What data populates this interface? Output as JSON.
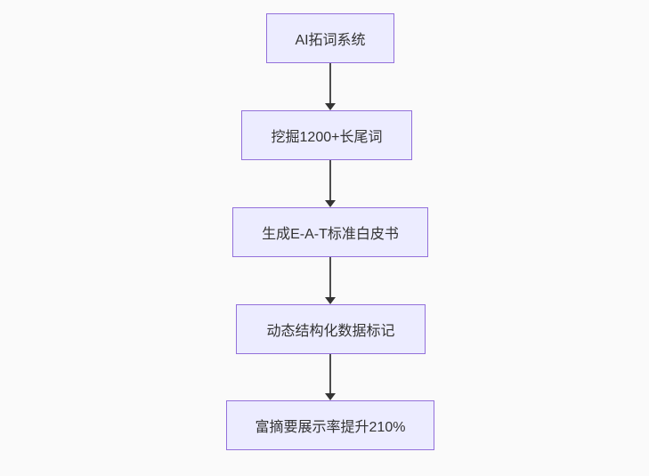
{
  "diagram": {
    "type": "flowchart",
    "direction": "top-to-bottom",
    "nodes": [
      {
        "id": "A",
        "label": "AI拓词系统"
      },
      {
        "id": "B",
        "label": "挖掘1200+长尾词"
      },
      {
        "id": "C",
        "label": "生成E-A-T标准白皮书"
      },
      {
        "id": "D",
        "label": "动态结构化数据标记"
      },
      {
        "id": "E",
        "label": "富摘要展示率提升210%"
      }
    ],
    "edges": [
      {
        "from": "A",
        "to": "B",
        "style": "arrow"
      },
      {
        "from": "B",
        "to": "C",
        "style": "arrow"
      },
      {
        "from": "C",
        "to": "D",
        "style": "arrow"
      },
      {
        "from": "D",
        "to": "E",
        "style": "arrow"
      }
    ],
    "colors": {
      "background": "#fafafa",
      "node_fill": "#ECECFF",
      "node_border": "#9370DB",
      "node_text": "#333333",
      "edge_line": "#4d4d4d",
      "arrowhead": "#333333"
    }
  }
}
